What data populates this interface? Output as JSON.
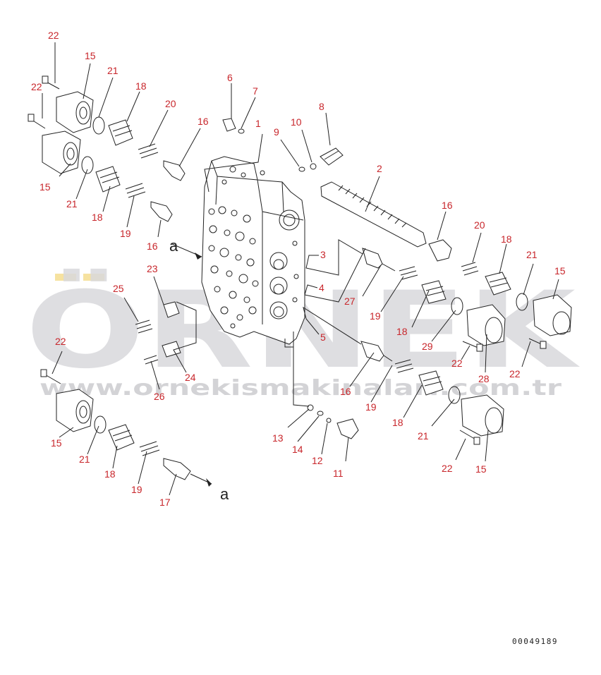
{
  "watermark": {
    "brand": "ÖRNEK",
    "url": "www.ornekismakinalari.com.tr",
    "color": "#d9d9dc",
    "accent": "#f6e2a0"
  },
  "drawing_code": "00049189",
  "view_marker": "a",
  "part_numbers": [
    "1",
    "2",
    "3",
    "4",
    "5",
    "6",
    "7",
    "8",
    "9",
    "10",
    "11",
    "12",
    "13",
    "14",
    "15",
    "16",
    "17",
    "18",
    "19",
    "20",
    "21",
    "22",
    "23",
    "24",
    "25",
    "26",
    "27",
    "28",
    "29"
  ],
  "callouts": [
    {
      "id": "c-22a",
      "text": "22"
    },
    {
      "id": "c-15a",
      "text": "15"
    },
    {
      "id": "c-21a",
      "text": "21"
    },
    {
      "id": "c-18a",
      "text": "18"
    },
    {
      "id": "c-22b",
      "text": "22"
    },
    {
      "id": "c-20a",
      "text": "20"
    },
    {
      "id": "c-16a",
      "text": "16"
    },
    {
      "id": "c-6",
      "text": "6"
    },
    {
      "id": "c-7",
      "text": "7"
    },
    {
      "id": "c-1",
      "text": "1"
    },
    {
      "id": "c-9",
      "text": "9"
    },
    {
      "id": "c-10",
      "text": "10"
    },
    {
      "id": "c-8",
      "text": "8"
    },
    {
      "id": "c-15b",
      "text": "15"
    },
    {
      "id": "c-21b",
      "text": "21"
    },
    {
      "id": "c-18b",
      "text": "18"
    },
    {
      "id": "c-19a",
      "text": "19"
    },
    {
      "id": "c-16b",
      "text": "16"
    },
    {
      "id": "c-2",
      "text": "2"
    },
    {
      "id": "c-16c",
      "text": "16"
    },
    {
      "id": "c-20b",
      "text": "20"
    },
    {
      "id": "c-18c",
      "text": "18"
    },
    {
      "id": "c-21c",
      "text": "21"
    },
    {
      "id": "c-15c",
      "text": "15"
    },
    {
      "id": "c-3",
      "text": "3"
    },
    {
      "id": "c-23",
      "text": "23"
    },
    {
      "id": "c-25",
      "text": "25"
    },
    {
      "id": "c-4",
      "text": "4"
    },
    {
      "id": "c-27",
      "text": "27"
    },
    {
      "id": "c-19b",
      "text": "19"
    },
    {
      "id": "c-18d",
      "text": "18"
    },
    {
      "id": "c-5",
      "text": "5"
    },
    {
      "id": "c-29",
      "text": "29"
    },
    {
      "id": "c-22c",
      "text": "22"
    },
    {
      "id": "c-22d",
      "text": "22"
    },
    {
      "id": "c-28",
      "text": "28"
    },
    {
      "id": "c-22e",
      "text": "22"
    },
    {
      "id": "c-24",
      "text": "24"
    },
    {
      "id": "c-26",
      "text": "26"
    },
    {
      "id": "c-16d",
      "text": "16"
    },
    {
      "id": "c-19c",
      "text": "19"
    },
    {
      "id": "c-18e",
      "text": "18"
    },
    {
      "id": "c-15d",
      "text": "15"
    },
    {
      "id": "c-21d",
      "text": "21"
    },
    {
      "id": "c-13",
      "text": "13"
    },
    {
      "id": "c-14",
      "text": "14"
    },
    {
      "id": "c-12",
      "text": "12"
    },
    {
      "id": "c-11",
      "text": "11"
    },
    {
      "id": "c-21e",
      "text": "21"
    },
    {
      "id": "c-22f",
      "text": "22"
    },
    {
      "id": "c-15e",
      "text": "15"
    },
    {
      "id": "c-18f",
      "text": "18"
    },
    {
      "id": "c-19d",
      "text": "19"
    },
    {
      "id": "c-17",
      "text": "17"
    }
  ]
}
